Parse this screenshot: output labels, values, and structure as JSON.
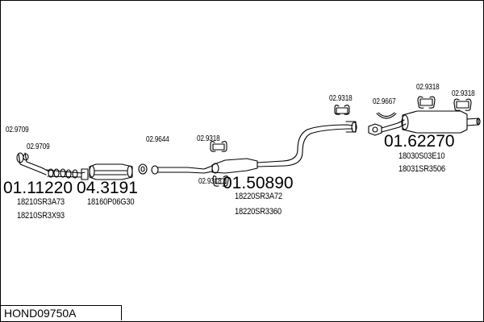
{
  "diagram_code": "HOND09750A",
  "parts": [
    {
      "id": "p1",
      "main": "01.11220",
      "subs": [
        "18210SR3A73",
        "18210SR3X93"
      ]
    },
    {
      "id": "p2",
      "main": "04.3191",
      "subs": [
        "18160P06G30"
      ]
    },
    {
      "id": "p3",
      "main": "01.50890",
      "subs": [
        "18220SR3A72",
        "18220SR3360"
      ]
    },
    {
      "id": "p4",
      "main": "01.62270",
      "subs": [
        "18030S03E10",
        "18031SR3506"
      ]
    }
  ],
  "accessories": [
    {
      "id": "a1",
      "code": "02.9709"
    },
    {
      "id": "a2",
      "code": "02.9709"
    },
    {
      "id": "a3",
      "code": "02.9644"
    },
    {
      "id": "a4",
      "code": "02.9318"
    },
    {
      "id": "a5",
      "code": "02.9318"
    },
    {
      "id": "a6",
      "code": "02.9318"
    },
    {
      "id": "a7",
      "code": "02.9667"
    },
    {
      "id": "a8",
      "code": "02.9318"
    },
    {
      "id": "a9",
      "code": "02.9318"
    }
  ]
}
